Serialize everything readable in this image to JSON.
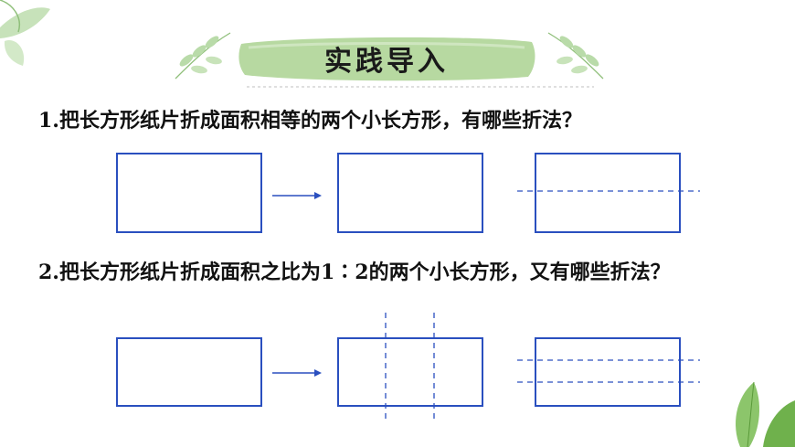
{
  "header": {
    "title": "实践导入"
  },
  "questions": [
    {
      "text": "1.把长方形纸片折成面积相等的两个小长方形，有哪些折法？"
    },
    {
      "text": "2.把长方形纸片折成面积之比为1∶2的两个小长方形，又有哪些折法？"
    }
  ],
  "colors": {
    "rect_stroke": "#2a4fbf",
    "arrow": "#2a4fbf",
    "fold_line": "#2a4fbf",
    "banner": "#a7cf8e",
    "leaf": "#9cc98a"
  }
}
